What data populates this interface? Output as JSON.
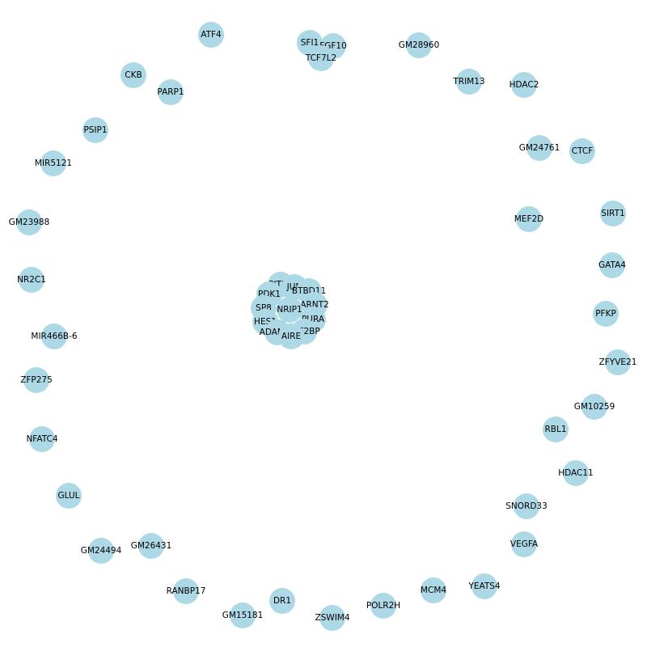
{
  "graph": {
    "node_color": "#add8e6",
    "label_color": "#000000",
    "background": "#ffffff",
    "nodes": [
      {
        "id": "ATF4"
      },
      {
        "id": "SFI1"
      },
      {
        "id": "FGF10"
      },
      {
        "id": "TCF7L2"
      },
      {
        "id": "GM28960"
      },
      {
        "id": "CKB"
      },
      {
        "id": "PARP1"
      },
      {
        "id": "TRIM13"
      },
      {
        "id": "HDAC2"
      },
      {
        "id": "PSIP1"
      },
      {
        "id": "GM24761"
      },
      {
        "id": "CTCF"
      },
      {
        "id": "MIR5121"
      },
      {
        "id": "GM23988"
      },
      {
        "id": "MEF2D"
      },
      {
        "id": "SIRT1"
      },
      {
        "id": "GATA4"
      },
      {
        "id": "NR2C1"
      },
      {
        "id": "PITX2"
      },
      {
        "id": "JUN"
      },
      {
        "id": "PDK1"
      },
      {
        "id": "BTBD11"
      },
      {
        "id": "ARNT2"
      },
      {
        "id": "SP8"
      },
      {
        "id": "NRIP1"
      },
      {
        "id": "PURA"
      },
      {
        "id": "HES1"
      },
      {
        "id": "ADAM23"
      },
      {
        "id": "TSF2BP"
      },
      {
        "id": "AIRE"
      },
      {
        "id": "PFKP"
      },
      {
        "id": "MIR466B-6"
      },
      {
        "id": "ZFYVE21"
      },
      {
        "id": "ZFP275"
      },
      {
        "id": "GM10259"
      },
      {
        "id": "RBL1"
      },
      {
        "id": "NFATC4"
      },
      {
        "id": "HDAC11"
      },
      {
        "id": "GLUL"
      },
      {
        "id": "SNORD33"
      },
      {
        "id": "GM26431"
      },
      {
        "id": "GM24494"
      },
      {
        "id": "VEGFA"
      },
      {
        "id": "RANBP17"
      },
      {
        "id": "YEATS4"
      },
      {
        "id": "MCM4"
      },
      {
        "id": "DR1"
      },
      {
        "id": "GM15181"
      },
      {
        "id": "POLR2H"
      },
      {
        "id": "ZSWIM4"
      }
    ]
  }
}
